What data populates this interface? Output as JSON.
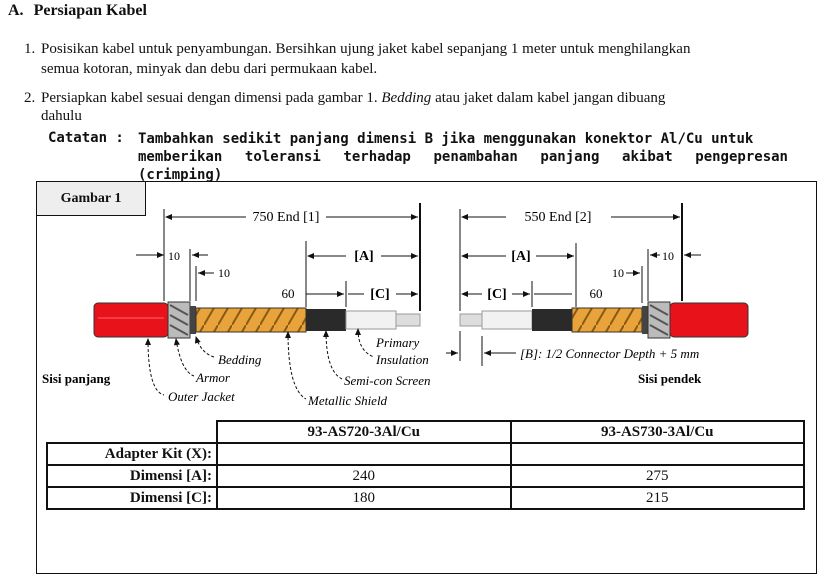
{
  "section": {
    "letter": "A.",
    "title": "Persiapan Kabel"
  },
  "steps": [
    {
      "num": "1.",
      "text_line1": "Posisikan kabel untuk penyambungan. Bersihkan ujung jaket kabel sepanjang 1 meter untuk menghilangkan",
      "text_line2": "semua kotoran, minyak dan debu dari permukaan kabel."
    },
    {
      "num": "2.",
      "text_pre": "Persiapkan kabel sesuai dengan dimensi pada gambar 1. ",
      "text_em": "Bedding",
      "text_post": " atau jaket dalam kabel jangan dibuang",
      "text_line2": "dahulu"
    }
  ],
  "note": {
    "label": "Catatan :",
    "line1": "Tambahkan sedikit panjang dimensi B jika menggunakan konektor Al/Cu untuk",
    "line2": "memberikan toleransi terhadap penambahan panjang akibat pengepresan (crimping)"
  },
  "figure": {
    "tab": "Gambar 1",
    "dims": {
      "long_total": "750  End [1]",
      "short_total": "550  End [2]",
      "a_left": "[A]",
      "a_right": "[A]",
      "c_left": "[C]",
      "c_right": "[C]",
      "sixty_left": "60",
      "sixty_right": "60",
      "ten_a": "10",
      "ten_b": "10",
      "ten_c": "10",
      "ten_d": "10"
    },
    "labels": {
      "bedding": "Bedding",
      "armor": "Armor",
      "outer_jacket": "Outer Jacket",
      "metallic_shield": "Metallic Shield",
      "semicon_screen": "Semi-con Screen",
      "primary_insulation_1": "Primary",
      "primary_insulation_2": "Insulation",
      "b_note": "[B]: 1/2 Connector Depth + 5 mm",
      "sisi_panjang": "Sisi panjang",
      "sisi_pendek": "Sisi pendek"
    },
    "colors": {
      "jacket": "#e8121a",
      "armor": "#e8a33a",
      "screen": "#2a2a2a",
      "insulation": "#f2f2f2"
    }
  },
  "table": {
    "headers": [
      "93-AS720-3Al/Cu",
      "93-AS730-3Al/Cu"
    ],
    "rows": [
      {
        "label": "Adapter Kit (X):",
        "values": [
          "",
          ""
        ]
      },
      {
        "label": "Dimensi  [A]:",
        "values": [
          "240",
          "275"
        ]
      },
      {
        "label": "Dimensi  [C]:",
        "values": [
          "180",
          "215"
        ]
      }
    ]
  }
}
